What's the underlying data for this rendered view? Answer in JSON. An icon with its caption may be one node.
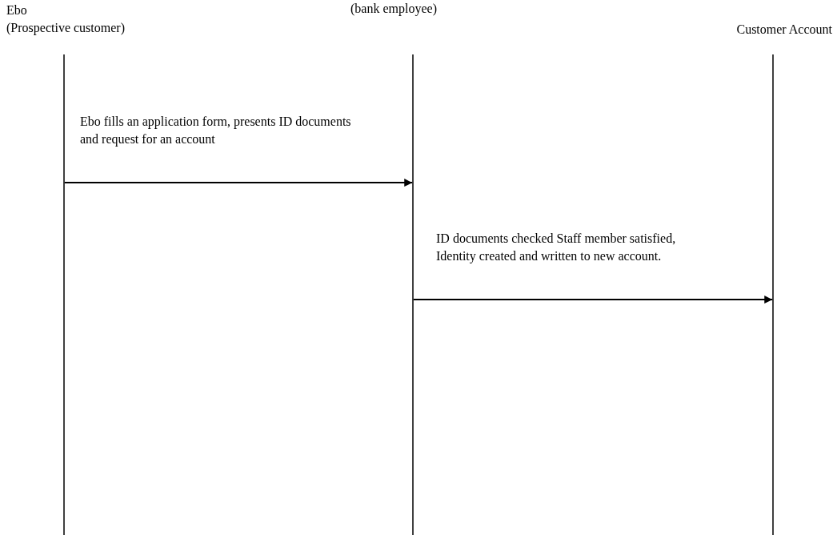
{
  "diagram": {
    "nodes": [
      {
        "text": [
          "Ebo (Prospective customer)"
        ]
      },
      {
        "text": [
          "(bank employee)"
        ]
      },
      {
        "text": [
          "Customer Account"
        ]
      }
    ],
    "edges": [
      {
        "from": 0,
        "to": 1,
        "arrow": "to",
        "label": "Ebo fills an application form, presents ID documents and request for an account"
      },
      {
        "from": 1,
        "to": 2,
        "arrow": "to",
        "label": "ID documents checked Staff member satisfied, Identity created and written to new account."
      }
    ]
  }
}
